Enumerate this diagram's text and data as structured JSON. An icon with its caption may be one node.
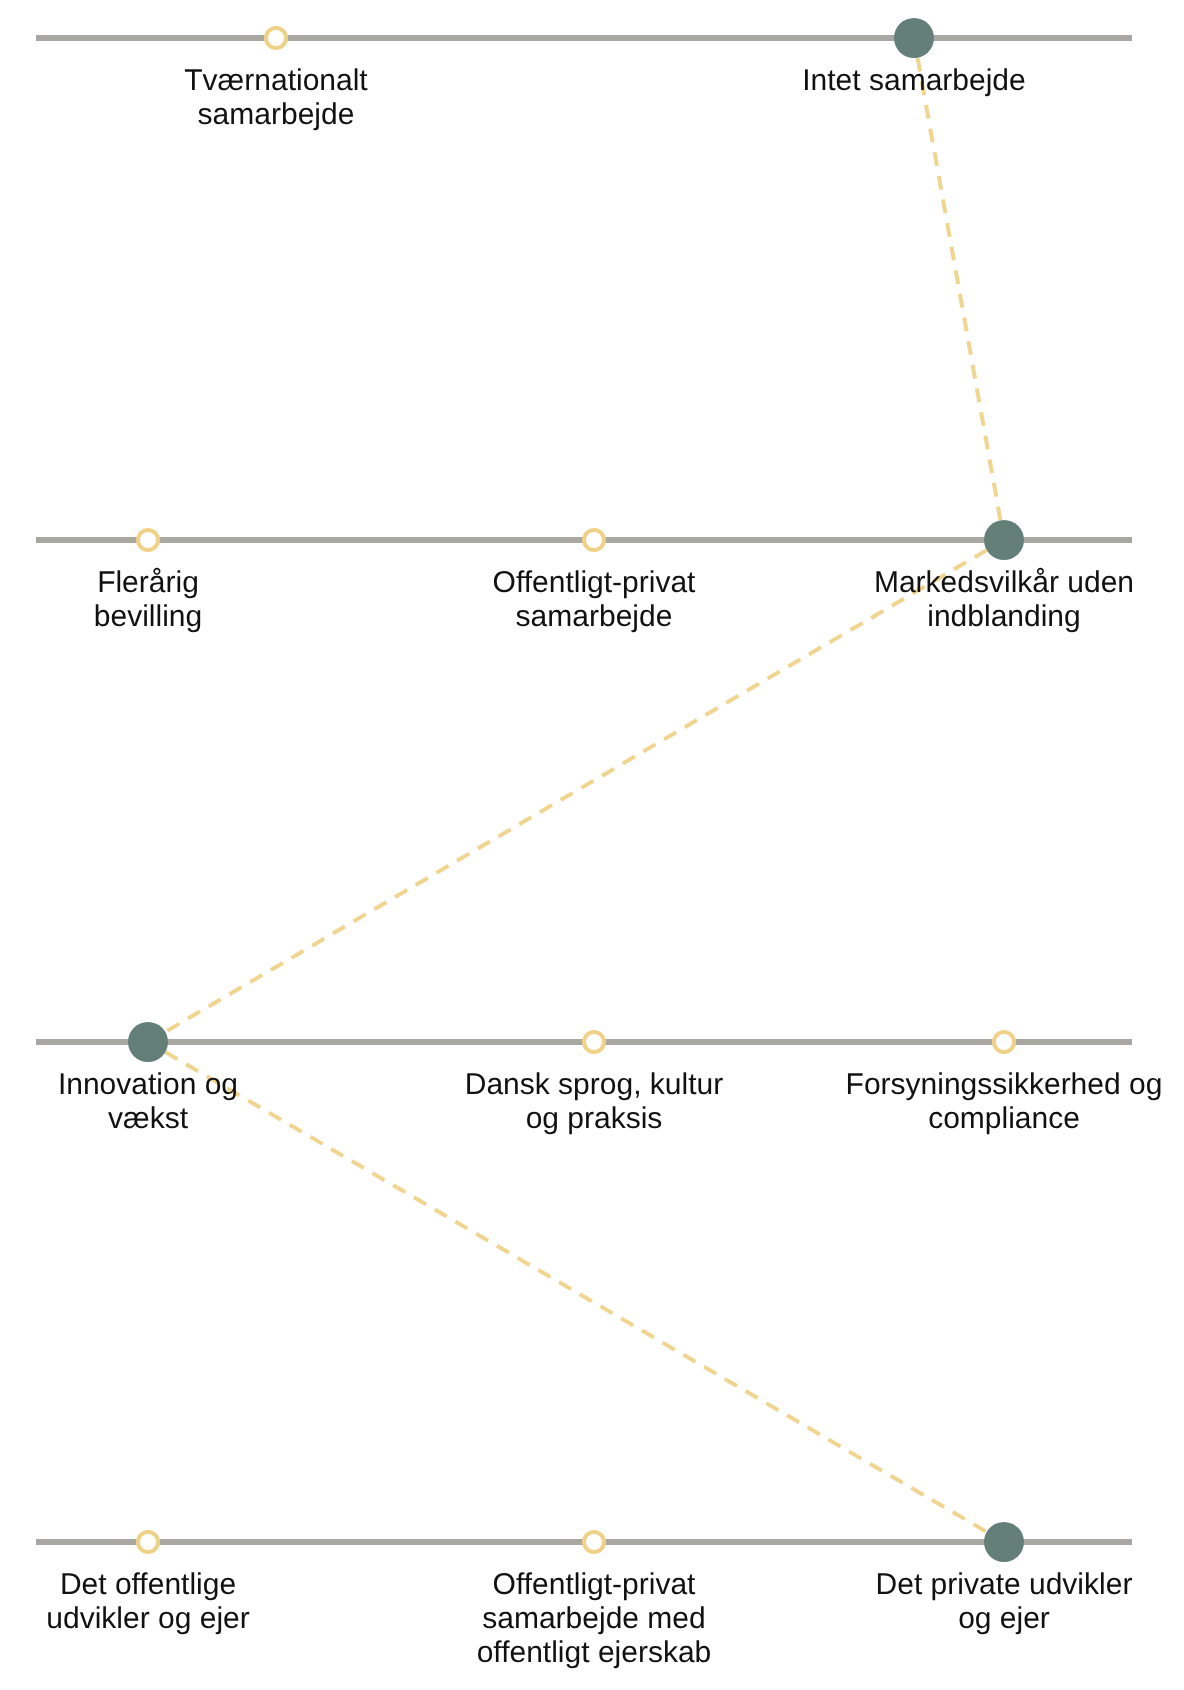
{
  "diagram": {
    "nodes": [
      {
        "text": [
          "Tværnationalt samarbejde"
        ]
      },
      {
        "text": [
          "Intet samarbejde"
        ]
      },
      {
        "text": [
          "Flerårig bevilling"
        ]
      },
      {
        "text": [
          "Offentligt-privat samarbejde"
        ]
      },
      {
        "text": [
          "Markedsvilkår uden indblanding"
        ]
      },
      {
        "text": [
          "Innovation og vækst"
        ]
      },
      {
        "text": [
          "Dansk sprog, kultur og praksis"
        ]
      },
      {
        "text": [
          "Forsyningssikkerhed og compliance"
        ]
      },
      {
        "text": [
          "Det offentlige udvikler og ejer"
        ]
      },
      {
        "text": [
          "Offentligt-privat samarbejde med offentligt ejerskab"
        ]
      },
      {
        "text": [
          "Det private udvikler og ejer"
        ]
      }
    ],
    "edges": [
      {
        "from": 1,
        "to": 4,
        "arrow": "none",
        "style": "dashed"
      },
      {
        "from": 4,
        "to": 5,
        "arrow": "none",
        "style": "dashed"
      },
      {
        "from": 5,
        "to": 10,
        "arrow": "none",
        "style": "dashed"
      }
    ]
  }
}
